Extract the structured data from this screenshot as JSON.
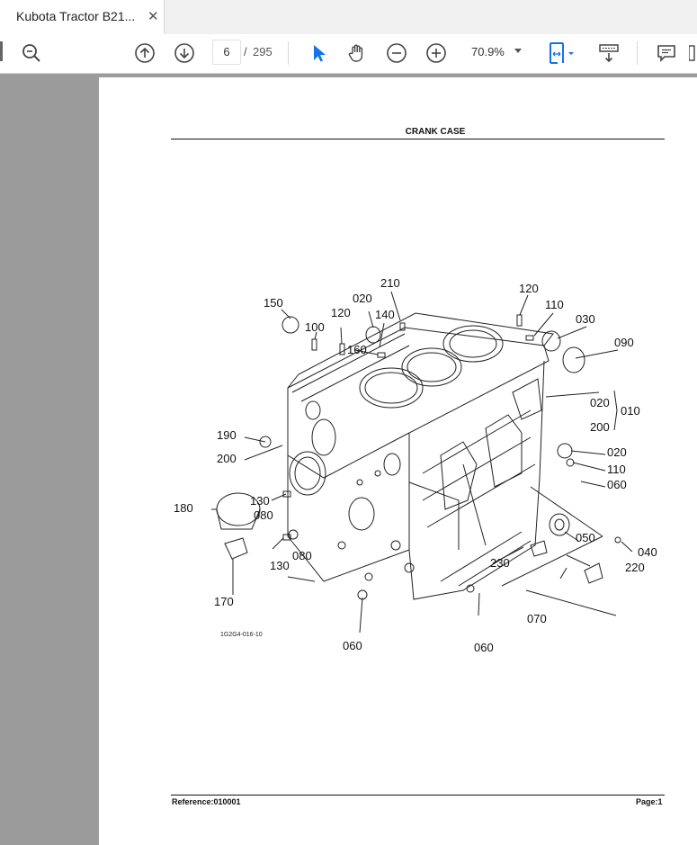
{
  "tab": {
    "title": "Kubota Tractor B21...",
    "close_icon": "close-icon"
  },
  "toolbar": {
    "current_page": "6",
    "page_separator": "/",
    "total_pages": "295",
    "zoom": "70.9%",
    "icons": [
      "zoom-search-icon",
      "page-up-icon",
      "page-down-icon",
      "select-cursor-icon",
      "hand-pan-icon",
      "zoom-out-icon",
      "zoom-in-icon",
      "fit-page-icon",
      "scroll-mode-icon",
      "comment-icon"
    ],
    "accent_color": "#1473e6"
  },
  "document": {
    "title": "CRANK CASE",
    "reference": "Reference:010001",
    "page_label": "Page:1",
    "figure_code": "1G2G4-016-10",
    "part_labels": [
      "010",
      "020",
      "020",
      "020",
      "030",
      "040",
      "050",
      "060",
      "060",
      "060",
      "070",
      "080",
      "080",
      "090",
      "100",
      "110",
      "110",
      "120",
      "120",
      "130",
      "130",
      "140",
      "150",
      "160",
      "170",
      "180",
      "190",
      "200",
      "200",
      "210",
      "220",
      "230"
    ]
  }
}
